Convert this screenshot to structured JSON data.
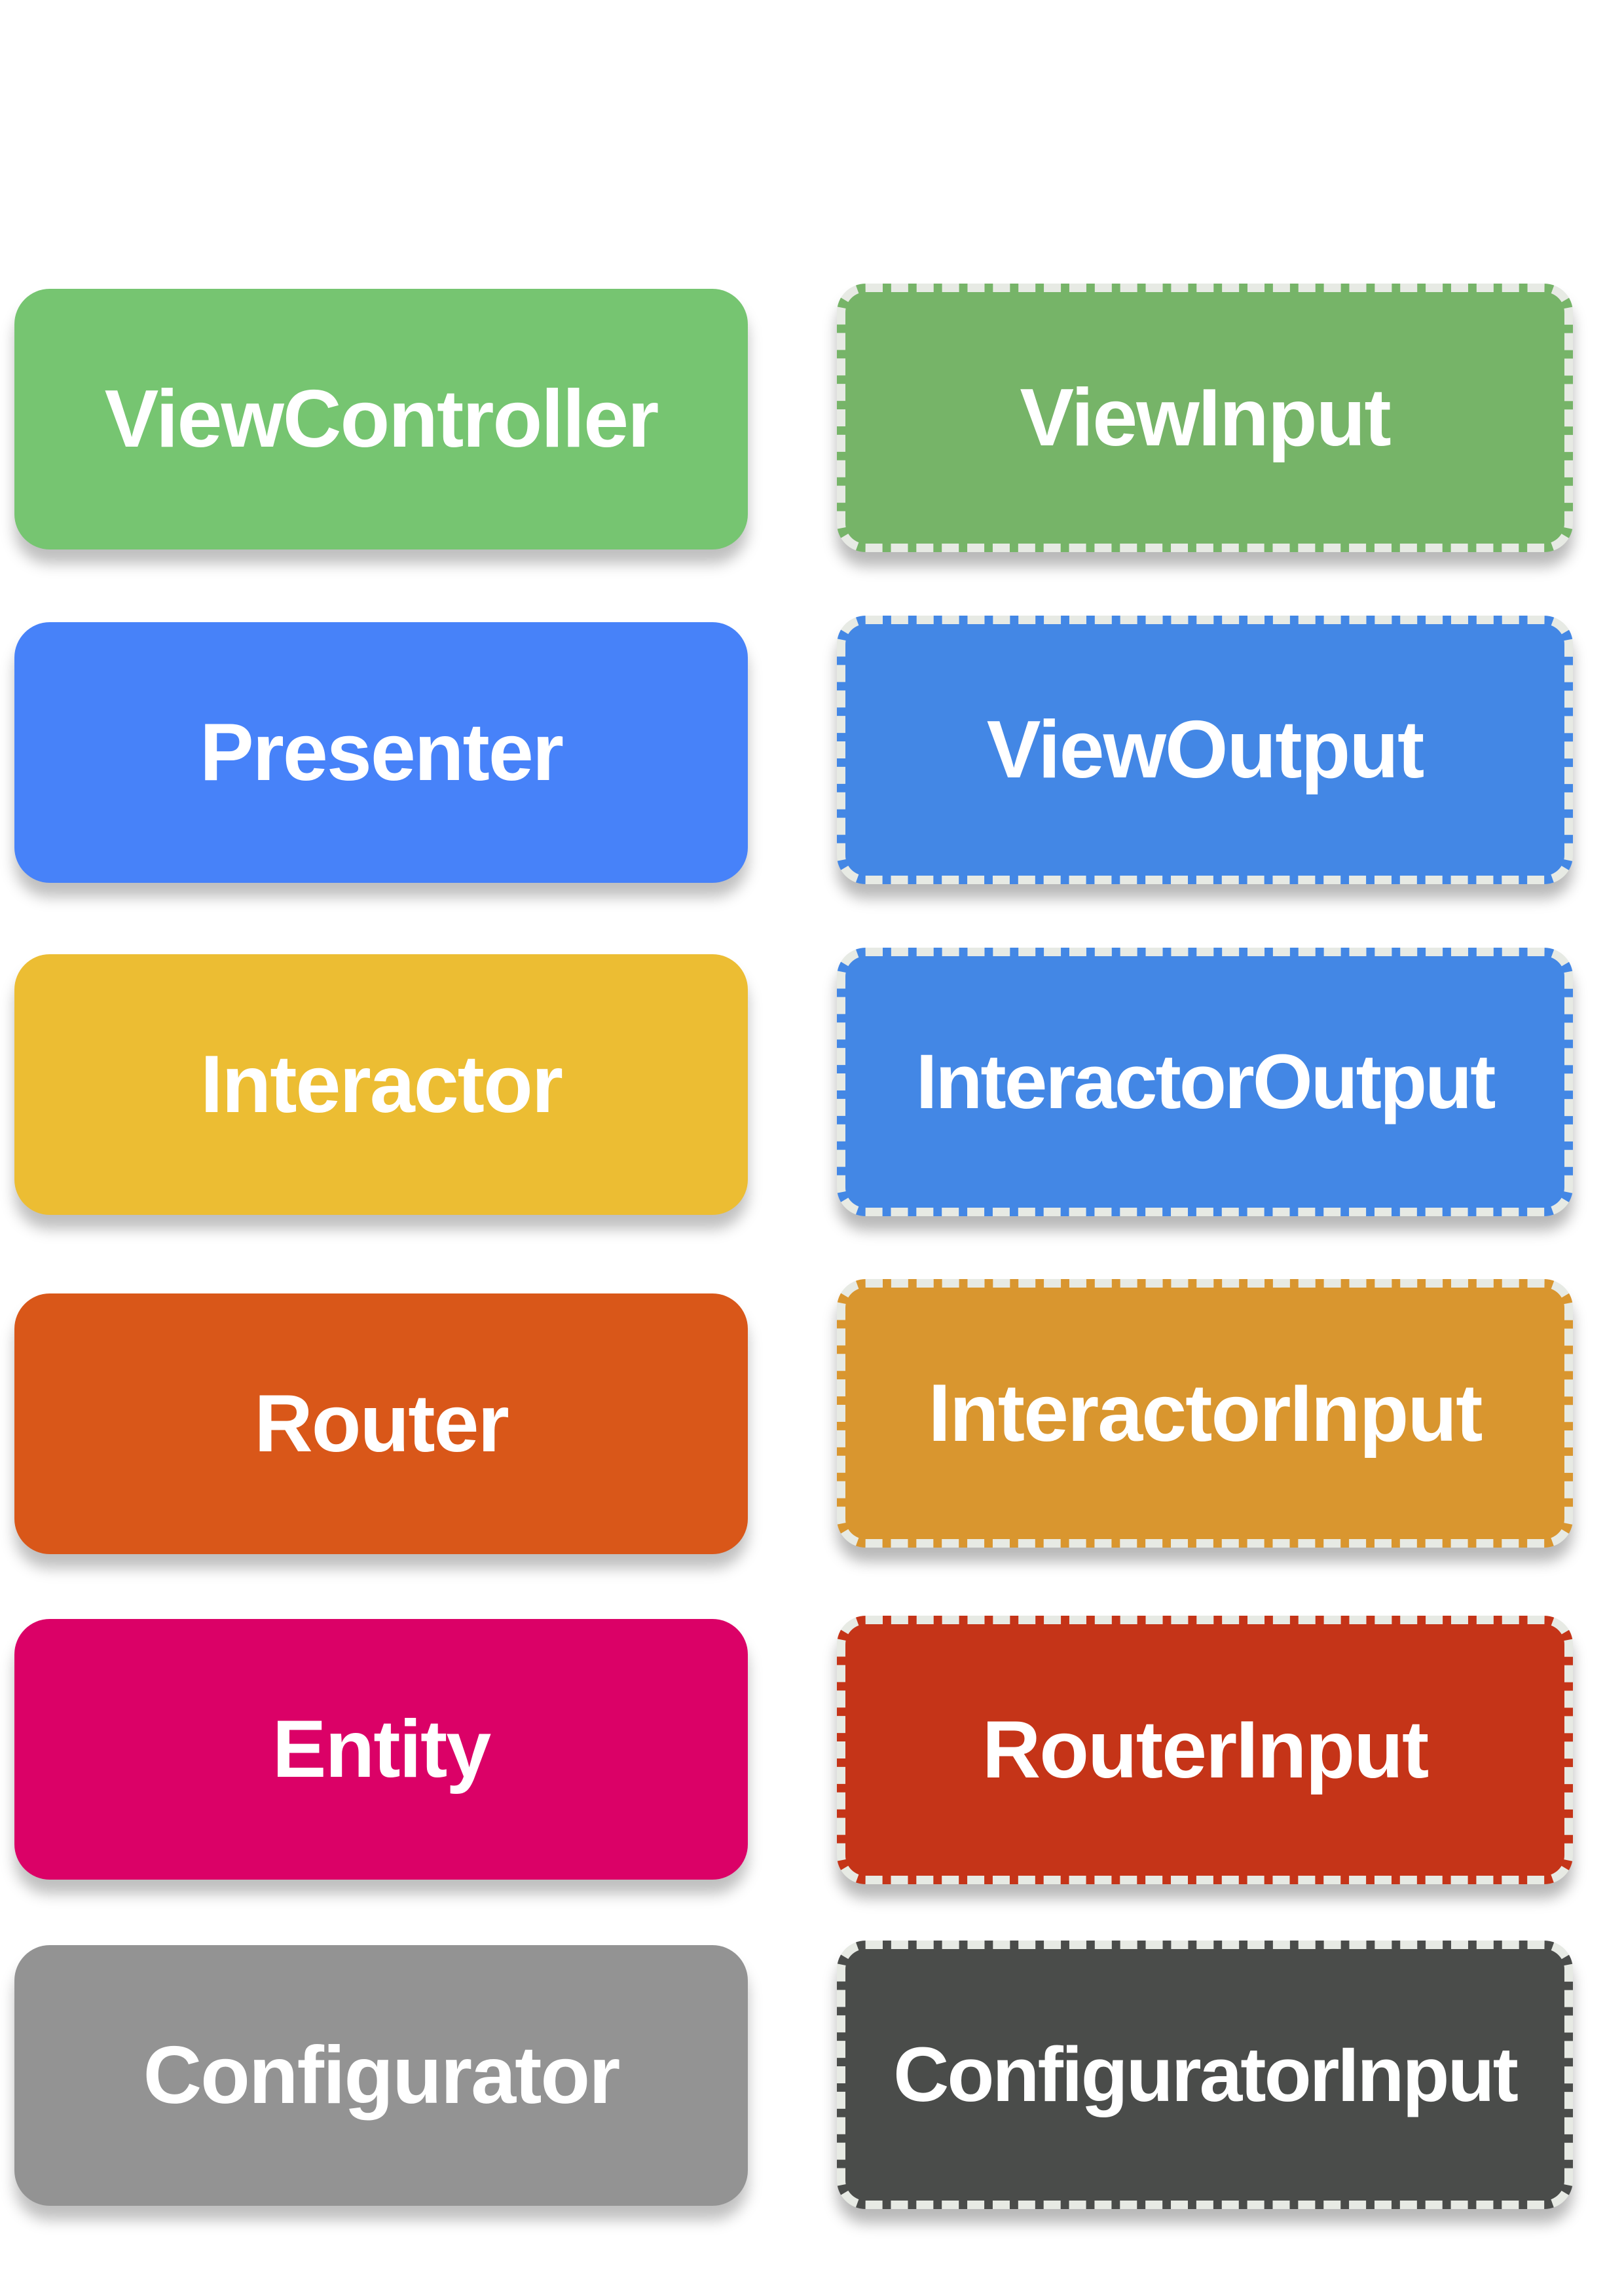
{
  "components": [
    {
      "label": "ViewController",
      "color": "#76c571"
    },
    {
      "label": "Presenter",
      "color": "#4782f9"
    },
    {
      "label": "Interactor",
      "color": "#ecbd33"
    },
    {
      "label": "Router",
      "color": "#d95719"
    },
    {
      "label": "Entity",
      "color": "#db0167"
    },
    {
      "label": "Configurator",
      "color": "#939393"
    }
  ],
  "protocols": [
    {
      "label": "ViewInput",
      "color": "#76b468"
    },
    {
      "label": "ViewOutput",
      "color": "#4387e5"
    },
    {
      "label": "InteractorOutput",
      "color": "#4387e5"
    },
    {
      "label": "InteractorInput",
      "color": "#d9962f"
    },
    {
      "label": "RouterInput",
      "color": "#c53418"
    },
    {
      "label": "ConfiguratorInput",
      "color": "#4a4c4a"
    }
  ]
}
